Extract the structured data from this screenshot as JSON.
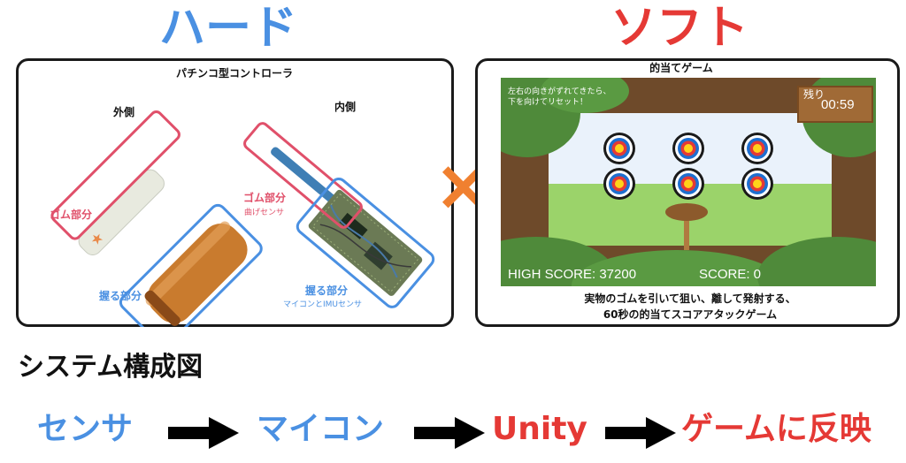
{
  "header": {
    "hard_title": "ハード",
    "soft_title": "ソフト",
    "times_symbol": "×",
    "hard_color": "#4a90e2",
    "soft_color": "#e53935",
    "times_color": "#f08030"
  },
  "hard_panel": {
    "title": "パチンコ型コントローラ",
    "outer_caption": "外側",
    "inner_caption": "内側",
    "outer_rubber_label": "ゴム部分",
    "outer_grip_label": "握る部分",
    "inner_rubber_label": "ゴム部分",
    "inner_rubber_sub": "曲げセンサ",
    "inner_grip_label": "握る部分",
    "inner_grip_sub": "マイコンとIMUセンサ",
    "rubber_color": "#e0506a",
    "grip_color": "#4a90e2"
  },
  "soft_panel": {
    "title": "的当てゲーム",
    "hint_line1": "左右の向きがずれてきたら、",
    "hint_line2": "下を向けてリセット！",
    "timer_label": "残り",
    "timer_value": "00:59",
    "high_score": "HIGH SCORE: 37200",
    "score": "SCORE: 0",
    "description_line1": "実物のゴムを引いて狙い、離して発射する、",
    "description_line2": "60秒の的当てスコアアタックゲーム"
  },
  "system": {
    "title": "システム構成図",
    "steps": [
      "センサ",
      "マイコン",
      "Unity",
      "ゲームに反映"
    ],
    "arrow_color": "#000000"
  }
}
